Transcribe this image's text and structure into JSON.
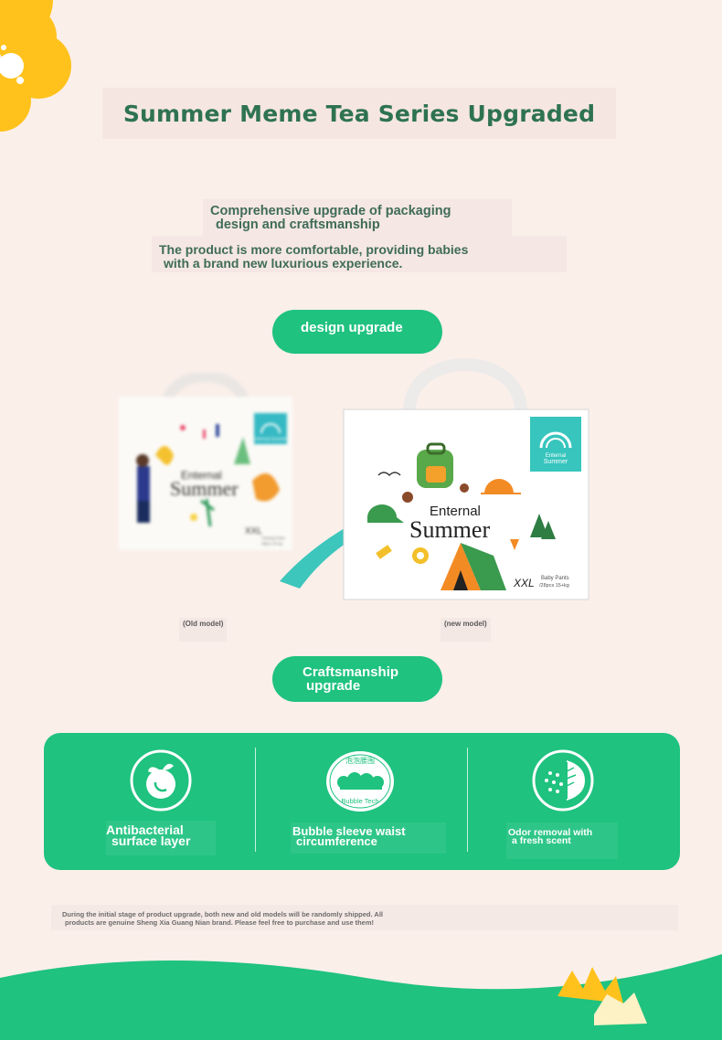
{
  "title": "Summer Meme Tea Series Upgraded",
  "subtitle": {
    "line1a": "Comprehensive upgrade of packaging",
    "line1b": "design and craftsmanship",
    "line2a": "The product is more comfortable, providing babies",
    "line2b": "with a brand new luxurious experience."
  },
  "sections": {
    "design": {
      "line1": "design upgrade"
    },
    "craft": {
      "line1": "Craftsmanship",
      "line2": "upgrade"
    }
  },
  "products": {
    "old": {
      "caption": "(Old model)",
      "brand_small": "Enternal Summer",
      "name_line1": "Enternal",
      "name_line2": "Summer",
      "size": "XXL",
      "type": "Training Pants",
      "spec": "28pcs 15+kg"
    },
    "new": {
      "caption": "(new model)",
      "brand_small_1": "Enternal",
      "brand_small_2": "Summer",
      "name_line1": "Enternal",
      "name_line2": "Summer",
      "size": "XXL",
      "type": "Baby Pants",
      "spec": "/28pcs 15+kg"
    }
  },
  "features": [
    {
      "icon": "orange-fruit-icon",
      "line1": "Antibacterial",
      "line2": "surface layer"
    },
    {
      "icon": "bubble-tech-badge-icon",
      "badge_top": "泡泡腰围",
      "badge_bottom": "Bubble Tech",
      "line1": "Bubble sleeve waist",
      "line2": "circumference"
    },
    {
      "icon": "leaf-dots-icon",
      "line1": "Odor removal with",
      "line2": "a fresh scent"
    }
  ],
  "notice": {
    "line1": "During the initial stage of product upgrade, both new and old models will be randomly shipped. All",
    "line2": "products are genuine Sheng Xia Guang Nian brand. Please feel free to purchase and use them!"
  },
  "colors": {
    "background": "#fbefea",
    "accent_green": "#1fc27f",
    "title_green": "#2e7350",
    "flower_yellow": "#ffc31f",
    "bag_teal": "#37c5bd"
  }
}
